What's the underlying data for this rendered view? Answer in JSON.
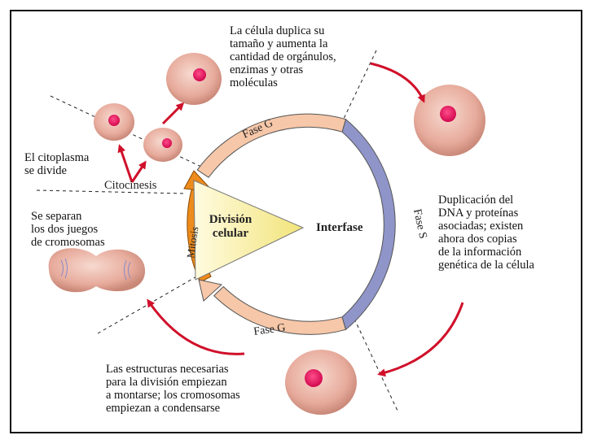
{
  "diagram": {
    "center": {
      "division": "División\ncelular",
      "interfase": "Interfase"
    },
    "ring_labels": {
      "fase_g_top": "Fase G",
      "fase_g_bottom": "Fase G",
      "fase_s": "Fase S",
      "mitosis": "Mitosis",
      "citocinesis": "Citocinesis"
    },
    "annotations": {
      "top": "La célula duplica su\ntamaño y aumenta la\ncantidad de orgánulos,\nenzimas y otras\nmoléculas",
      "right": "Duplicación del\nDNA y proteínas\nasociadas; existen\nahora dos copias\nde la información\ngenética de la célula",
      "bottom": "Las estructuras necesarias\npara la división empiezan\na montarse; los cromosomas\nempiezan a condensarse",
      "left_top": "El citoplasma\nse divide",
      "left_mid": "Se separan\nlos dos juegos\nde cromosomas"
    },
    "colors": {
      "arrow": "#d0102a",
      "ring_g": "#f6c7a8",
      "ring_s": "#8f95c9",
      "mitosis": "#e88a1a",
      "wedge": "#f6ef9b",
      "cell": "#e7a99c",
      "nucleus": "#e0185a"
    }
  }
}
